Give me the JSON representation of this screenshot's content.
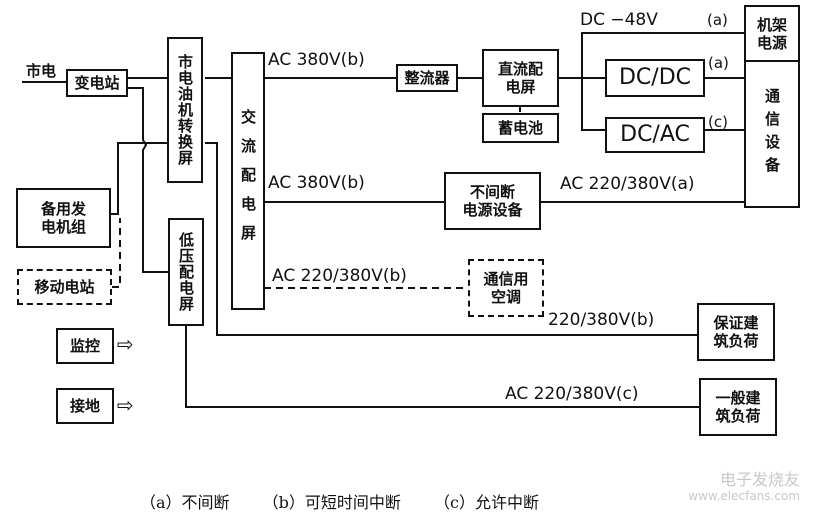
{
  "diagram": {
    "nodes": {
      "city_power": "市电",
      "substation": "变电站",
      "transfer_panel": "市电油机转换屏",
      "ac_panel": "交流配电屏",
      "rectifier": "整流器",
      "dc_panel": "直流配电屏",
      "battery": "蓄电池",
      "dcdc": "DC/DC",
      "dcac": "DC/AC",
      "rack_power": "机架电源",
      "telecom_equipment": "通信设备",
      "ups": "不间断电源设备",
      "ups_line1": "不间断",
      "ups_line2": "电源设备",
      "backup_generator": "备用发电机组",
      "gen_line1": "备用发",
      "gen_line2": "电机组",
      "mobile_station": "移动电站",
      "low_voltage_panel": "低压配电屏",
      "aircon_line1": "通信用",
      "aircon_line2": "空调",
      "guaranteed_load_line1": "保证建",
      "guaranteed_load_line2": "筑负荷",
      "general_load_line1": "一般建",
      "general_load_line2": "筑负荷",
      "monitoring": "监控",
      "grounding": "接地"
    },
    "edge_labels": {
      "ac380_top": "AC 380V(b)",
      "dc48": "DC  −48V",
      "dc48_class": "(a)",
      "dcdc_class": "(a)",
      "dcac_class": "(c)",
      "ac380_mid": "AC 380V(b)",
      "ups_out": "AC 220/380V(a)",
      "aircon": "AC 220/380V(b)",
      "guaranteed": "220/380V(b)",
      "general": "AC 220/380V(c)"
    },
    "arrow_glyph": "⇨"
  },
  "legend": {
    "a": "（a）不间断",
    "b": "（b）可短时间中断",
    "c": "（c）允许中断"
  },
  "watermark": {
    "line1": "电子发烧友",
    "line2": "www.elecfans.com"
  }
}
